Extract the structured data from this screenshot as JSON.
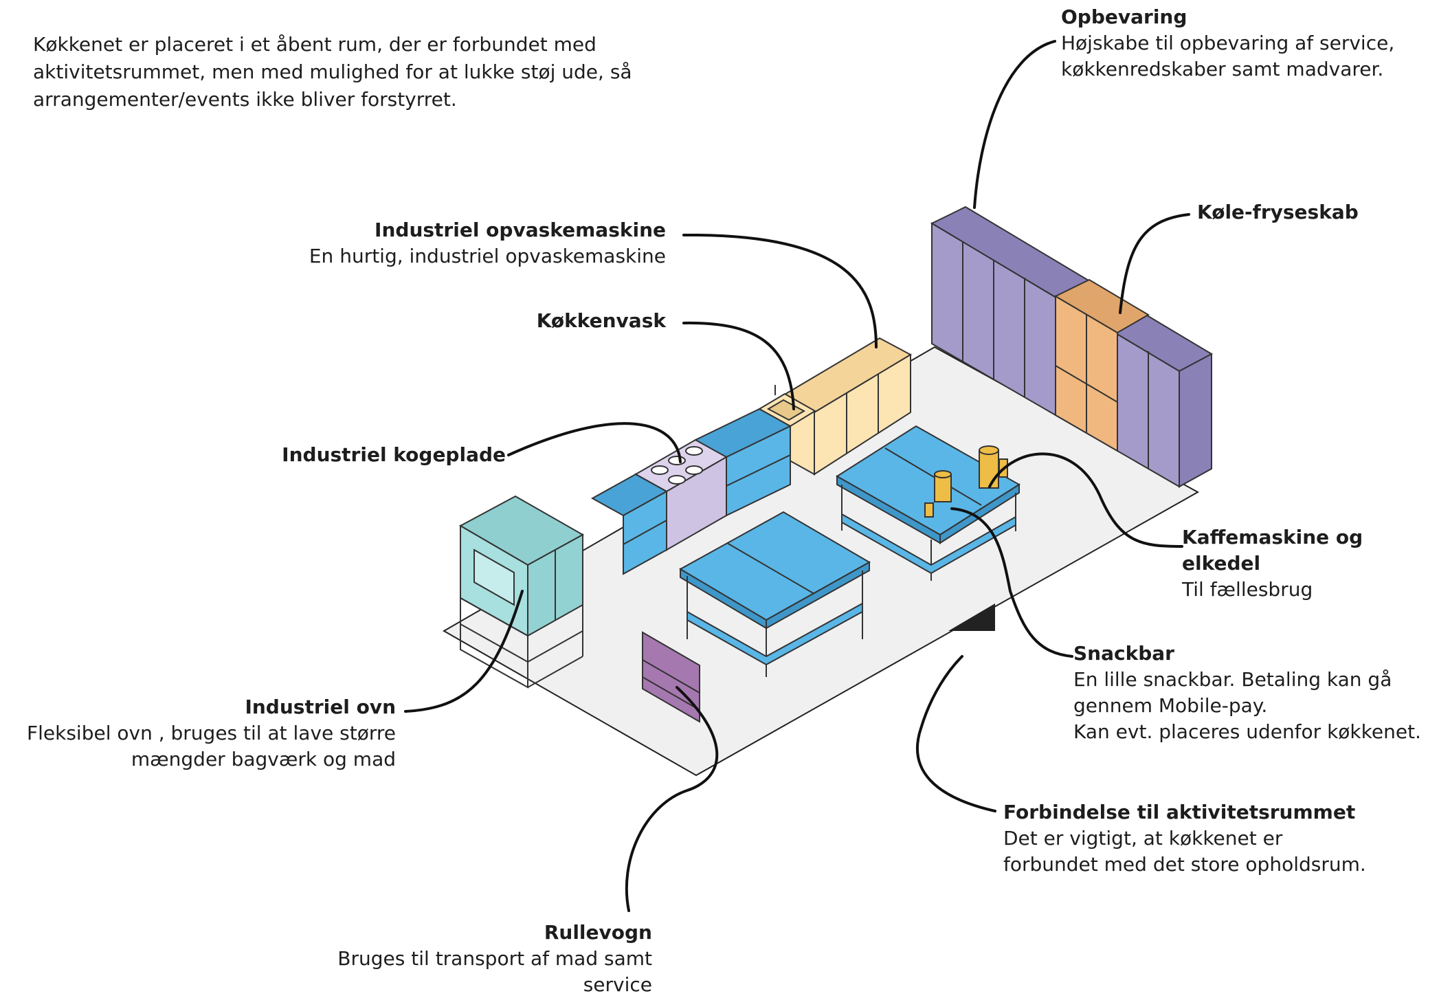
{
  "intro": {
    "line1": "Køkkenet er placeret i et åbent rum, der er forbundet med",
    "line2": "aktivitetsrummet, men med mulighed for at lukke støj ude, så",
    "line3": "arrangementer/events ikke bliver forstyrret."
  },
  "labels": {
    "opbevaring": {
      "title": "Opbevaring",
      "line1": "Højskabe til opbevaring af service,",
      "line2": "køkkenredskaber samt madvarer."
    },
    "kolefryseskab": {
      "title": "Køle-fryseskab"
    },
    "opvaskemaskine": {
      "title": "Industriel opvaskemaskine",
      "line1": "En hurtig, industriel opvaskemaskine"
    },
    "kokkenvask": {
      "title": "Køkkenvask"
    },
    "kogeplade": {
      "title": "Industriel kogeplade"
    },
    "kaffemaskine": {
      "title": "Kaffemaskine og elkedel",
      "line1": "Til fællesbrug"
    },
    "snackbar": {
      "title": "Snackbar",
      "line1": "En lille snackbar. Betaling kan gå",
      "line2": "gennem Mobile-pay.",
      "line3": "Kan evt. placeres udenfor køkkenet."
    },
    "ovn": {
      "title": "Industriel ovn",
      "line1": "Fleksibel ovn , bruges til at lave større",
      "line2": "mængder bagværk og mad"
    },
    "forbindelse": {
      "title": "Forbindelse til aktivitetsrummet",
      "line1": "Det er vigtigt, at køkkenet er",
      "line2": "forbundet med det store opholdsrum."
    },
    "rullevogn": {
      "title": "Rullevogn",
      "line1": "Bruges til transport af mad samt",
      "line2": "service"
    }
  },
  "colors": {
    "floor": "#f0f0f0",
    "storage": "#a49bcb",
    "fridge": "#f0b87e",
    "counter_blue": "#5ab6e6",
    "counter_wood": "#fde4b3",
    "oven": "#a8dfdf",
    "cooktop": "#ddd3ec",
    "cart": "#a678b0",
    "coffee": "#eebd46",
    "leader": "#111111"
  }
}
